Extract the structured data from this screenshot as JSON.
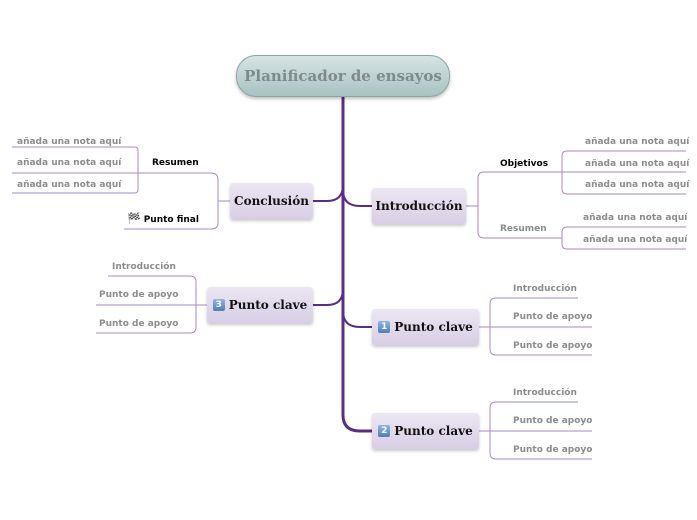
{
  "root": {
    "title": "Planificador de ensayos"
  },
  "topics": {
    "conclusion": {
      "label": "Conclusión"
    },
    "introduccion": {
      "label": "Introducción"
    },
    "punto3": {
      "label": "Punto clave",
      "badge": "3"
    },
    "punto1": {
      "label": "Punto clave",
      "badge": "1"
    },
    "punto2": {
      "label": "Punto clave",
      "badge": "2"
    }
  },
  "conclusion_sub": {
    "resumen": "Resumen",
    "resumen_notes": [
      "añada una nota aquí",
      "añada una nota aquí",
      "añada una nota aquí"
    ],
    "punto_final": "Punto final"
  },
  "introduccion_sub": {
    "objetivos": "Objetivos",
    "objetivos_notes": [
      "añada una nota aquí",
      "añada una nota aquí",
      "añada una nota aquí"
    ],
    "resumen": "Resumen",
    "resumen_notes": [
      "añada una nota aquí",
      "añada una nota aquí"
    ]
  },
  "punto3_sub": [
    "Introducción",
    "Punto de apoyo",
    "Punto de apoyo"
  ],
  "punto1_sub": [
    "Introducción",
    "Punto de apoyo",
    "Punto de apoyo"
  ],
  "punto2_sub": [
    "Introducción",
    "Punto de apoyo",
    "Punto de apoyo"
  ],
  "colors": {
    "trunk": "#5b2d86",
    "branch": "#a98ac2",
    "root_fill": "#b9cfcf",
    "topic_fill": "#e3dbed"
  },
  "icons": {
    "punto_final": "checkered-flag-icon"
  }
}
